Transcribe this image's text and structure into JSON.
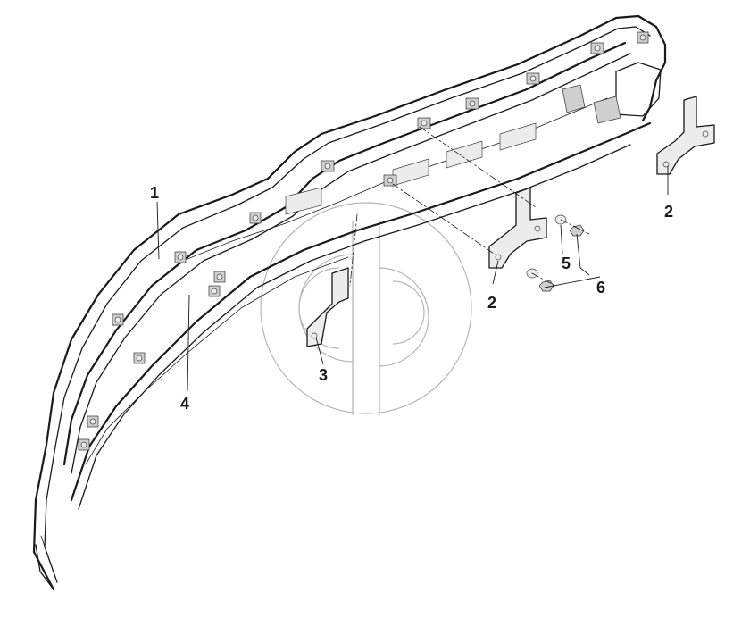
{
  "diagram": {
    "callouts": [
      {
        "id": "c1",
        "text": "1"
      },
      {
        "id": "c2a",
        "text": "2"
      },
      {
        "id": "c2b",
        "text": "2"
      },
      {
        "id": "c3",
        "text": "3"
      },
      {
        "id": "c4",
        "text": "4"
      },
      {
        "id": "c5",
        "text": "5"
      },
      {
        "id": "c6",
        "text": "6"
      }
    ],
    "watermark_icon": "cd-logo-watermark",
    "colors": {
      "line": "#1a1a1a",
      "watermark": "#b5b5b5",
      "shade": "#cfcfcf"
    }
  }
}
